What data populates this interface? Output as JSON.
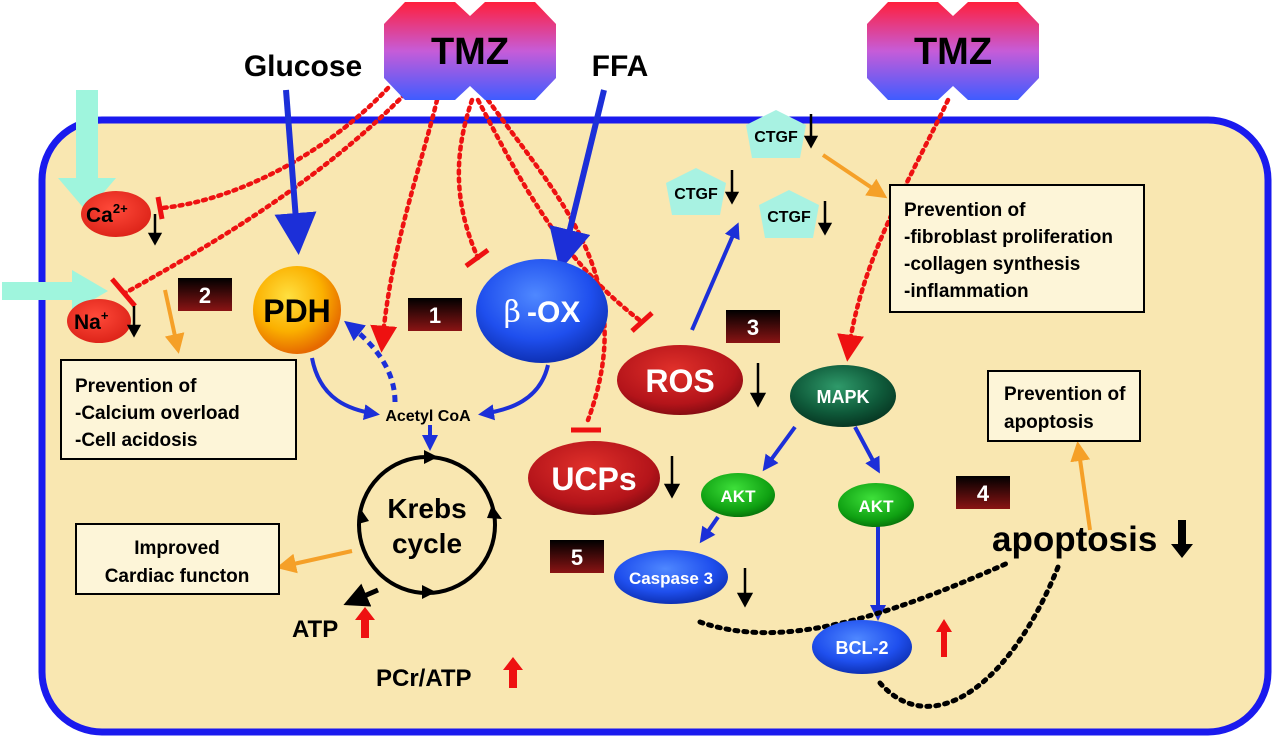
{
  "drugs": {
    "tmz_left": "TMZ",
    "tmz_right": "TMZ"
  },
  "substrates": {
    "glucose": "Glucose",
    "ffa": "FFA"
  },
  "ions": {
    "calcium": "Ca",
    "calcium_sup": "2+",
    "sodium": "Na",
    "sodium_sup": "+"
  },
  "nodes": {
    "pdh": "PDH",
    "beta_prefix": "β",
    "beta_ox": "-OX",
    "acetyl_coa": "Acetyl CoA",
    "krebs_line1": "Krebs",
    "krebs_line2": "cycle",
    "ros": "ROS",
    "ucps": "UCPs",
    "mapk": "MAPK",
    "akt_left": "AKT",
    "akt_right": "AKT",
    "caspase3": "Caspase 3",
    "bcl2": "BCL-2",
    "ctgf_top": "CTGF",
    "ctgf_left": "CTGF",
    "ctgf_right": "CTGF",
    "atp": "ATP",
    "pcr_atp": "PCr/ATP",
    "apoptosis": "apoptosis"
  },
  "steps": {
    "s1": "1",
    "s2": "2",
    "s3": "3",
    "s4": "4",
    "s5": "5"
  },
  "boxes": {
    "ion": [
      "Prevention of",
      "-Calcium overload",
      "-Cell acidosis"
    ],
    "fibro": [
      "Prevention of",
      "-fibroblast proliferation",
      "-collagen synthesis",
      "-inflammation"
    ],
    "apop": [
      "Prevention of",
      "apoptosis"
    ],
    "cardiac": [
      "Improved",
      "Cardiac functon"
    ]
  },
  "colors": {
    "cell_fill": "#f9e7b1",
    "cell_border": "#1a1aee",
    "blue_arrow": "#1c2fd8",
    "inhibit_red": "#ee1111",
    "orange_arrow": "#f5a028",
    "up_arrow": "#ee1111",
    "down_arrow": "#000000",
    "influx_arrow": "#9ff5dd",
    "ctgf_fill": "#a8f2e2"
  }
}
